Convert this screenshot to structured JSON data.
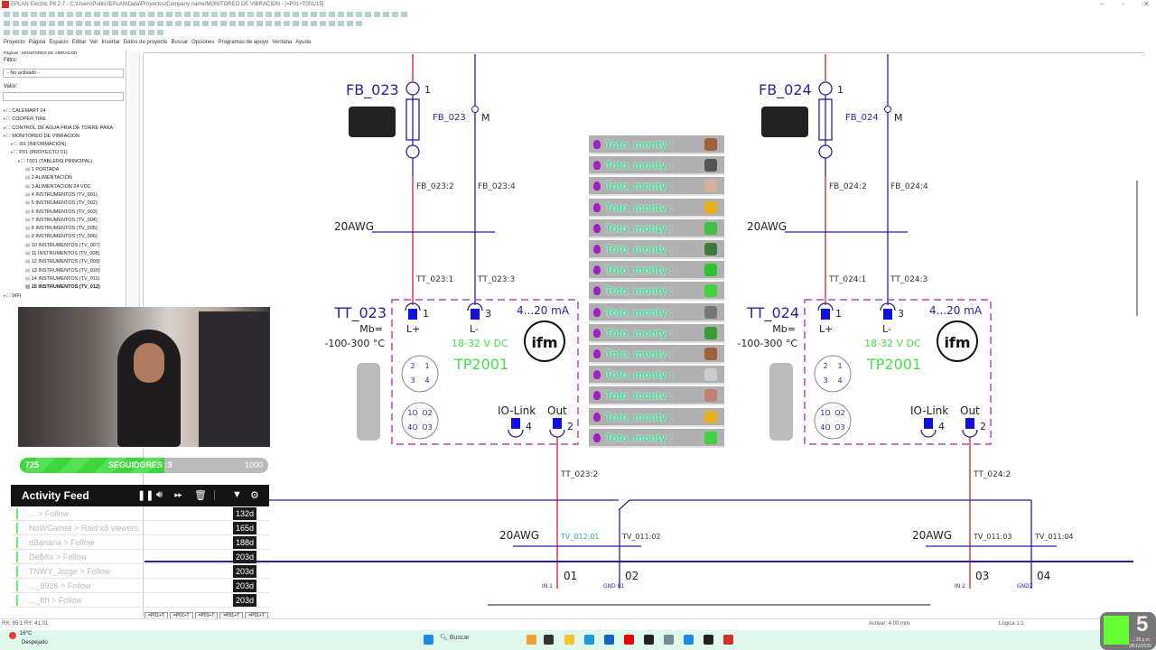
{
  "title": "EPLAN Electric P8 2.7 - C:\\Users\\Public\\EPLAN\\Data\\Proyectos\\Company name\\MONITOREO DE VIBRACION - [=P01+T001/15]",
  "menu": [
    "Proyecto",
    "Página",
    "Espacio",
    "Editar",
    "Ver",
    "Insertar",
    "Datos de proyecto",
    "Buscar",
    "Opciones",
    "Programas de apoyo",
    "Ventana",
    "Ayuda"
  ],
  "left_panel": {
    "header": "Páginas - MONITOREO DE VIBRACION",
    "filter_label": "Filtro:",
    "filter_value": "- No activado -",
    "value_label": "Valor:",
    "value": "",
    "tree": [
      "CALEMART 04",
      "COOPER TIRE",
      "CONTROL DE AGUA FRIA DE TORRE PARA",
      "MONITOREO DE VIBRACION",
      "I01 (INFORMACIÓN)",
      "P01 (PROYECTO 01)",
      "T001 (TABLERO PRINCIPAL)",
      "1 PORTADA",
      "2 ALIMENTACION",
      "3 ALIMENTACION 24 VDC",
      "4 INSTRUMENTOS (TV_001)",
      "5 INSTRUMENTOS (TV_002)",
      "6 INSTRUMENTOS (TV_003)",
      "7 INSTRUMENTOS (TV_004)",
      "8 INSTRUMENTOS (TV_005)",
      "9 INSTRUMENTOS (TV_006)",
      "10 INSTRUMENTOS (TV_007)",
      "11 INSTRUMENTOS (TV_008)",
      "12 INSTRUMENTOS (TV_009)",
      "13 INSTRUMENTOS (TV_010)",
      "14 INSTRUMENTOS (TV_011)",
      "15 INSTRUMENTOS (TV_012)",
      "WFI"
    ],
    "tree_indent": [
      0,
      0,
      0,
      0,
      1,
      1,
      2,
      3,
      3,
      3,
      3,
      3,
      3,
      3,
      3,
      3,
      3,
      3,
      3,
      3,
      3,
      3,
      0
    ]
  },
  "schematic": {
    "columns": [
      {
        "fb": "FB_023",
        "fb_pin_top": "1",
        "fb_small": "FB_023",
        "m": "M",
        "w1": "FB_023:2",
        "w2": "FB_023:4",
        "cable": "20AWG",
        "t1": "TT_023:1",
        "t2": "TT_023:3",
        "tag": "TT_023",
        "mb": "Mb=",
        "range": "-100-300 °C",
        "pin1": "1",
        "pin3": "3",
        "lplus": "L+",
        "lminus": "L-",
        "current": "4...20 mA",
        "voltage": "18-32 V DC",
        "model": "TP2001",
        "iolink": "IO-Link",
        "out": "Out",
        "pin4": "4",
        "pin2": "2",
        "wout": "TT_023:2",
        "brand": "ifm"
      },
      {
        "fb": "FB_024",
        "fb_pin_top": "1",
        "fb_small": "FB_024",
        "m": "M",
        "w1": "FB_024:2",
        "w2": "FB_024:4",
        "cable": "20AWG",
        "t1": "TT_024:1",
        "t2": "TT_024:3",
        "tag": "TT_024",
        "mb": "Mb=",
        "range": "-100-300 °C",
        "pin1": "1",
        "pin3": "3",
        "lplus": "L+",
        "lminus": "L-",
        "current": "4...20 mA",
        "voltage": "18-32 V DC",
        "model": "TP2001",
        "iolink": "IO-Link",
        "out": "Out",
        "pin4": "4",
        "pin2": "2",
        "wout": "TT_024:2",
        "brand": "ifm"
      }
    ],
    "connector_pins": [
      "2",
      "1",
      "3",
      "4"
    ],
    "connector_pins2": [
      "1O",
      "O2",
      "4O",
      "O3"
    ],
    "bottom": {
      "cable1": "20AWG",
      "cable2": "20AWG",
      "w_a": "TV_012:01",
      "w_b": "TV_011:02",
      "w_c": "TV_011:03",
      "w_d": "TV_011:04",
      "terminals": [
        "01",
        "02",
        "03",
        "04"
      ],
      "term_labels": [
        "IN 1",
        "GND 01",
        "IN 2",
        "GND2"
      ]
    }
  },
  "overlay": {
    "followers_current": "725",
    "followers_label": "SEGUIDORES :3",
    "followers_goal": "1000",
    "followers_fraction": 0.58,
    "feed_title": "Activity Feed",
    "feed": [
      {
        "text": "... > Follow",
        "age": "132d"
      },
      {
        "text": "NoWGamer > Raid x8 viewers",
        "age": "165d"
      },
      {
        "text": "dBanana > Follow",
        "age": "188d"
      },
      {
        "text": "DelMix > Follow",
        "age": "203d"
      },
      {
        "text": "TNWY_Jorge > Follow",
        "age": "203d"
      },
      {
        "text": "..._8926 > Follow",
        "age": "203d"
      },
      {
        "text": "..._fth > Follow",
        "age": "203d"
      }
    ],
    "chat_name": "Toto_monty :",
    "chat_emote_colors": [
      "#a0603a",
      "#555",
      "#d8b0a0",
      "#e8b020",
      "#40c040",
      "#3a7a3a",
      "#30c030",
      "#40d040",
      "#777",
      "#3a9a3a",
      "#a0603a",
      "#ccc",
      "#c08070",
      "#e8b020",
      "#40d040"
    ]
  },
  "status": {
    "coords": "RX: 65.1   RY: 41.01",
    "weather_temp": "16°C",
    "weather": "Despejado",
    "snap": "Activar: 4.00 mm",
    "logic": "Lógica 1:1",
    "page_tabs": [
      "=P01+T",
      "=P01+T",
      "=P01+T",
      "=P01+T",
      "=P01+T"
    ]
  },
  "taskbar": {
    "search": "Buscar",
    "time": "...:38 p.m.",
    "date": "28/12/2025"
  },
  "logo": {
    "text": "5"
  }
}
